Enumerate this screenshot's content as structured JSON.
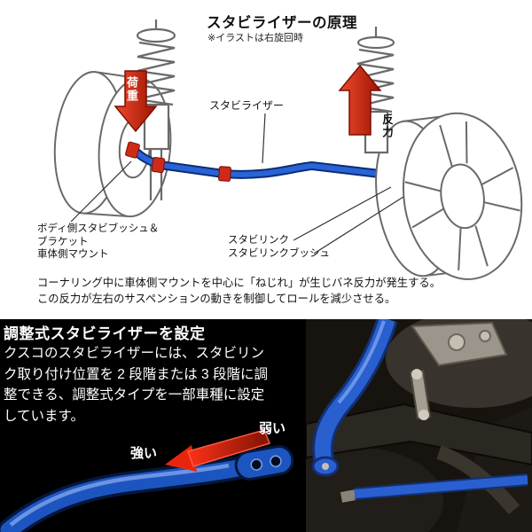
{
  "colors": {
    "stabilizer_blue": "#2a63d8",
    "bracket_red": "#cf2a18",
    "arrow_red": "#e8341c",
    "bottom_section_bg": "#000000"
  },
  "principle": {
    "title": "スタビライザーの原理",
    "note": "※イラストは右旋回時",
    "stabilizer_label": "スタビライザー",
    "load_label": "荷重",
    "reaction_label": "反力",
    "part_labels": {
      "body_bush": "ボディ側スタビブッシュ＆",
      "bracket": "ブラケット",
      "body_mount": "車体側マウント",
      "stabi_link": "スタビリンク",
      "stabi_link_bush": "スタビリンクブッシュ"
    },
    "description_line1": "コーナリング中に車体側マウントを中心に「ねじれ」が生じバネ反力が発生する。",
    "description_line2": "この反力が左右のサスペンションの動きを制御してロールを減少させる。"
  },
  "adjustable": {
    "title": "調整式スタビライザーを設定",
    "body": "クスコのスタビライザーには、スタビリンク取り付け位置を 2 段階または 3 段階に調整できる、調整式タイプを一部車種に設定しています。",
    "strong_label": "強い",
    "weak_label": "弱い"
  }
}
